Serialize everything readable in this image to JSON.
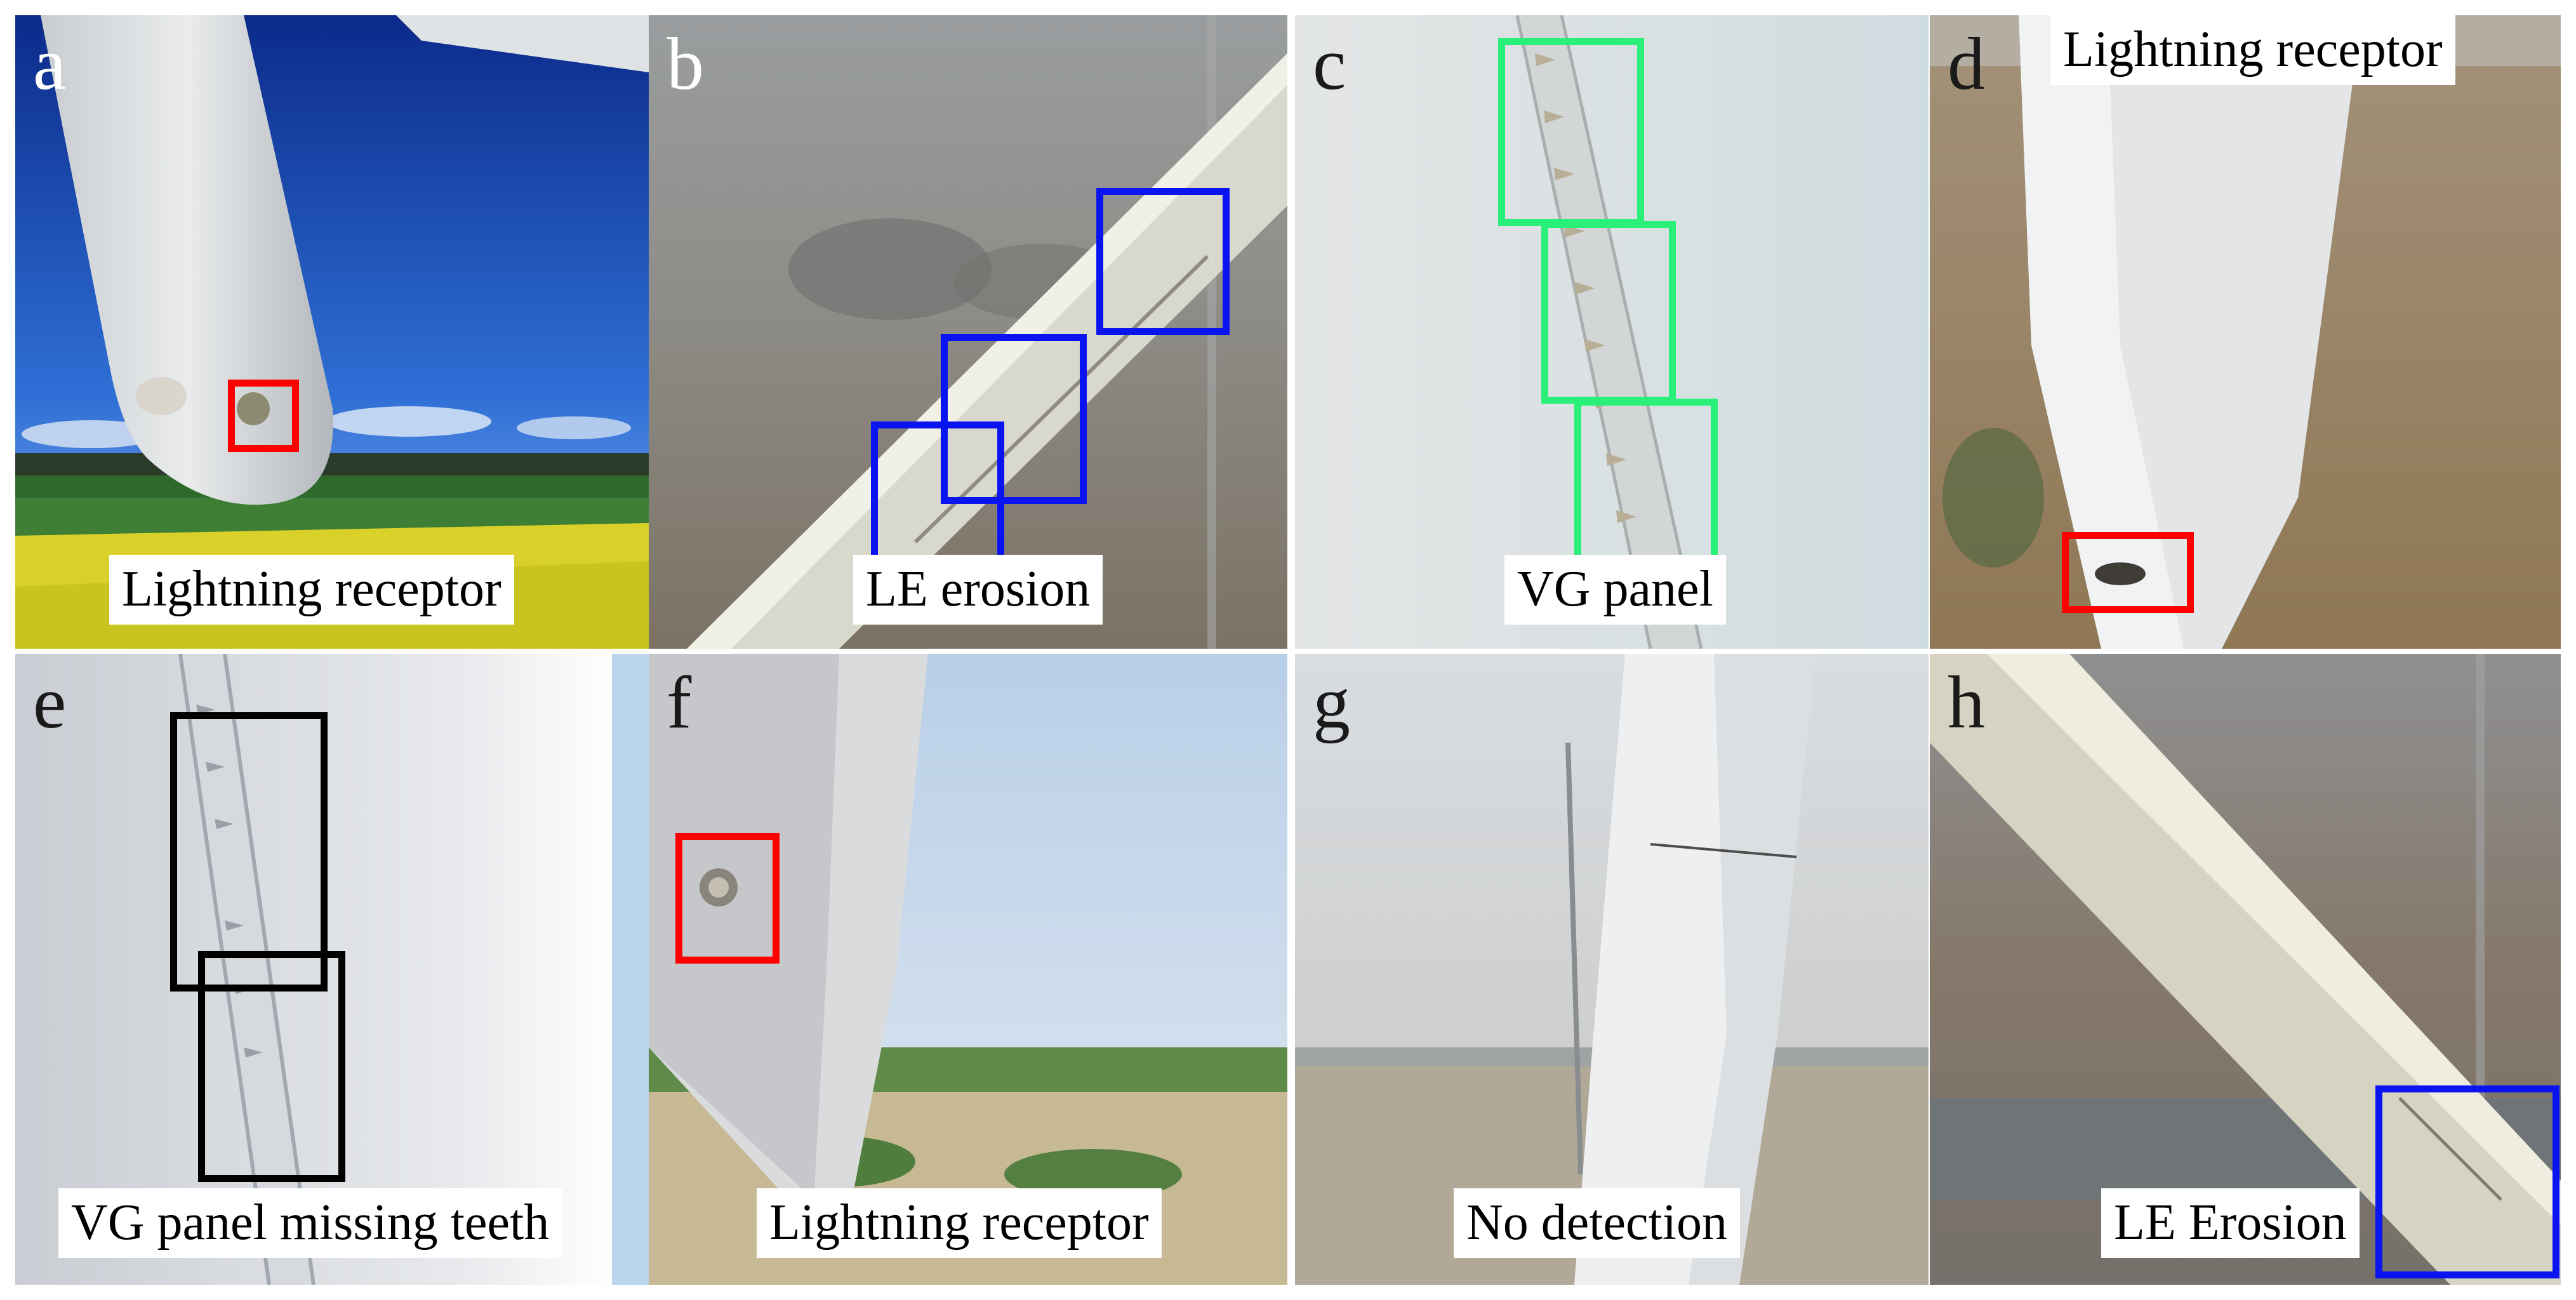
{
  "figure": {
    "panels": [
      {
        "letter": "a",
        "caption": "Lightning receptor",
        "annotation": "red"
      },
      {
        "letter": "b",
        "caption": "LE erosion",
        "annotation": "blue"
      },
      {
        "letter": "c",
        "caption": "VG panel",
        "annotation": "green"
      },
      {
        "letter": "d",
        "caption": "Lightning receptor",
        "annotation": "red"
      },
      {
        "letter": "e",
        "caption": "VG panel missing teeth",
        "annotation": "black"
      },
      {
        "letter": "f",
        "caption": "Lightning receptor",
        "annotation": "red"
      },
      {
        "letter": "g",
        "caption": "No detection",
        "annotation": "none"
      },
      {
        "letter": "h",
        "caption": "LE Erosion",
        "annotation": "blue"
      }
    ],
    "box_colors": {
      "red": "#ff0000",
      "blue": "#0a14f0",
      "green": "#2af07a",
      "black": "#000000"
    }
  }
}
